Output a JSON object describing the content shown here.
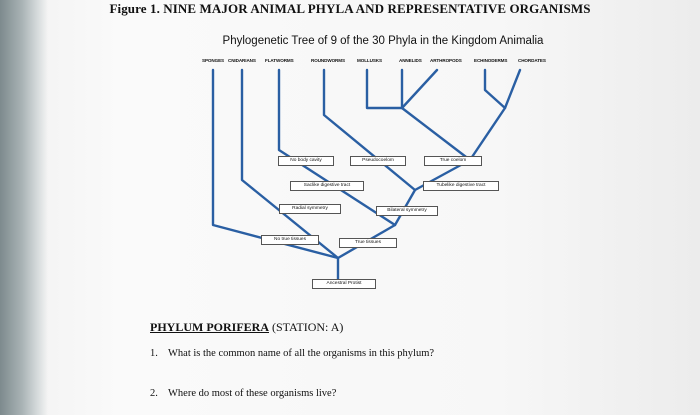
{
  "figure_title": "Figure 1. NINE MAJOR ANIMAL PHYLA AND REPRESENTATIVE ORGANISMS",
  "tree_title": "Phylogenetic Tree of 9 of the 30 Phyla in the Kingdom Animalia",
  "phyla": [
    "SPONGES",
    "CNIDARIANS",
    "FLATWORMS",
    "ROUNDWORMS",
    "MOLLUSKS",
    "ANNELIDS",
    "ARTHROPODS",
    "ECHINODERMS",
    "CHORDATES"
  ],
  "characteristics": {
    "no_body_cavity": "No body cavity",
    "pseudocoelom": "Pseudocoelom",
    "true_coelom": "True coelom",
    "saclike_digestive": "Saclike digestive tract",
    "tubelike_digestive": "Tubelike digestive tract",
    "radial_symmetry": "Radial symmetry",
    "bilateral_symmetry": "Bilateral symmetry",
    "no_true_tissues": "No true tissues",
    "true_tissues": "True tissues",
    "ancestral_protist": "Ancestral Protist"
  },
  "section": {
    "heading": "PHYLUM PORIFERA",
    "station": " (STATION: A)"
  },
  "questions": [
    {
      "number": "1.",
      "text": "What is the common name of all the organisms in this phylum?"
    },
    {
      "number": "2.",
      "text": "Where do most of these organisms live?"
    }
  ]
}
